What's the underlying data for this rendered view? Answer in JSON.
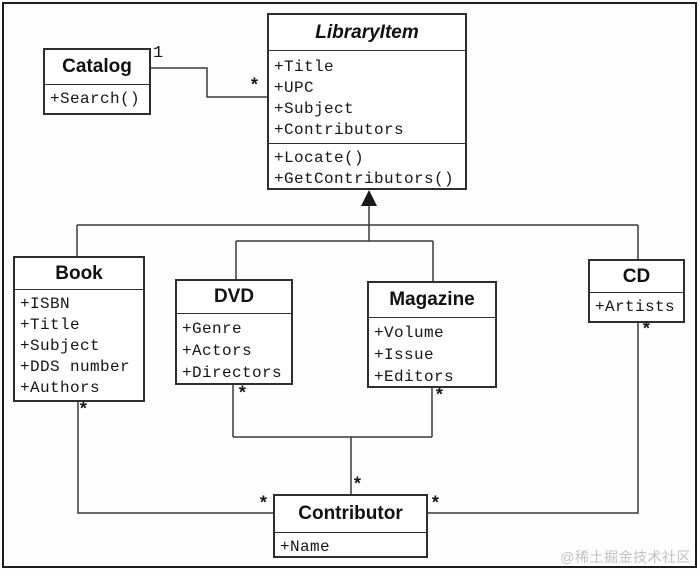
{
  "diagram": {
    "classes": {
      "catalog": {
        "name": "Catalog",
        "methods": [
          "+Search()"
        ]
      },
      "library_item": {
        "name": "LibraryItem",
        "attributes": [
          "+Title",
          "+UPC",
          "+Subject",
          "+Contributors"
        ],
        "methods": [
          "+Locate()",
          "+GetContributors()"
        ]
      },
      "book": {
        "name": "Book",
        "attributes": [
          "+ISBN",
          "+Title",
          "+Subject",
          "+DDS number",
          "+Authors"
        ]
      },
      "dvd": {
        "name": "DVD",
        "attributes": [
          "+Genre",
          "+Actors",
          "+Directors"
        ]
      },
      "magazine": {
        "name": "Magazine",
        "attributes": [
          "+Volume",
          "+Issue",
          "+Editors"
        ]
      },
      "cd": {
        "name": "CD",
        "attributes": [
          "+Artists"
        ]
      },
      "contributor": {
        "name": "Contributor",
        "attributes": [
          "+Name"
        ]
      }
    },
    "multiplicities": {
      "catalog_one": "1",
      "libraryitem_many": "*",
      "book_many": "*",
      "dvd_many": "*",
      "magazine_many": "*",
      "cd_many": "*",
      "contributor_top_many": "*",
      "contributor_left_many": "*",
      "contributor_right_many": "*"
    },
    "colors": {
      "line": "#3a3a3a",
      "arrowhead": "#1a1a1a",
      "box_border": "#2e2e2e",
      "box_fill": "#ffffff",
      "text": "#161616",
      "watermark": "#c2c2c2"
    }
  },
  "watermark": {
    "text": "@稀土掘金技术社区"
  }
}
